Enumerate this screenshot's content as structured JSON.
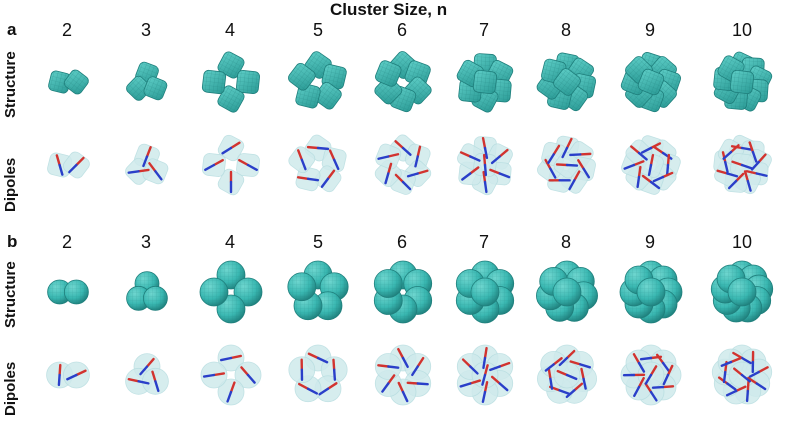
{
  "title": "Cluster Size, n",
  "panels": [
    {
      "letter": "a",
      "shape": "cube",
      "row_labels": [
        "Structure",
        "Dipoles"
      ]
    },
    {
      "letter": "b",
      "shape": "sphere",
      "row_labels": [
        "Structure",
        "Dipoles"
      ]
    }
  ],
  "cluster_sizes": [
    "2",
    "3",
    "4",
    "5",
    "6",
    "7",
    "8",
    "9",
    "10"
  ],
  "colors": {
    "particle": "#39b7b1",
    "particle_dark": "#1f7f7c",
    "ghost": "#cfeaec",
    "dipole_positive": "#d2332f",
    "dipole_negative": "#2a3fc9"
  }
}
